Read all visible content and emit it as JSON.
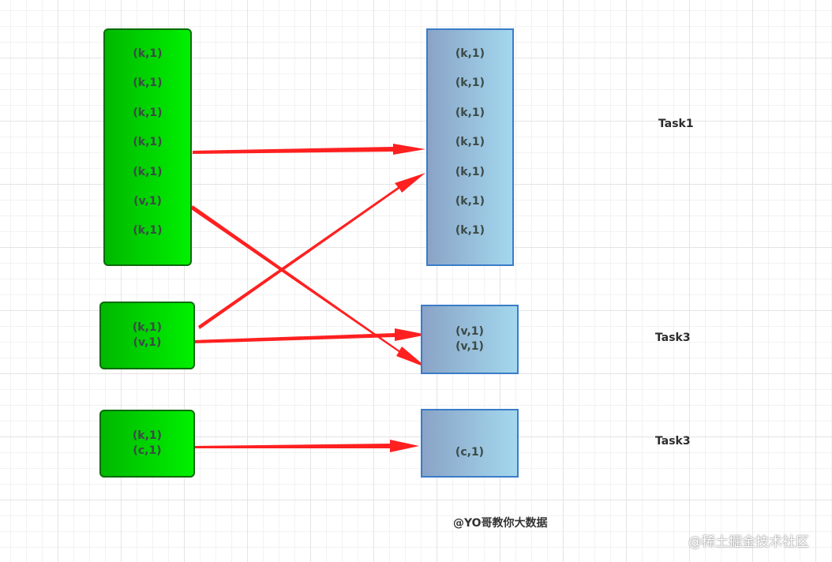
{
  "boxes": {
    "g1": [
      "(k,1)",
      "(k,1)",
      "(k,1)",
      "(k,1)",
      "(k,1)",
      "(v,1)",
      "(k,1)"
    ],
    "g2": [
      "(k,1)",
      "(v,1)"
    ],
    "g3": [
      "(k,1)",
      "(c,1)"
    ],
    "b1": [
      "(k,1)",
      "(k,1)",
      "(k,1)",
      "(k,1)",
      "(k,1)",
      "(k,1)",
      "(k,1)"
    ],
    "b2": [
      "(v,1)",
      "(v,1)"
    ],
    "b3": [
      "(c,1)"
    ]
  },
  "labels": {
    "task_1": "Task1",
    "task_2": "Task3",
    "task_3": "Task3",
    "credit": "@YO哥教你大数据",
    "watermark": "@稀土掘金技术社区"
  },
  "colors": {
    "green_box": "#00d800",
    "blue_box": "#98bfdc",
    "arrow": "#ff2020"
  }
}
